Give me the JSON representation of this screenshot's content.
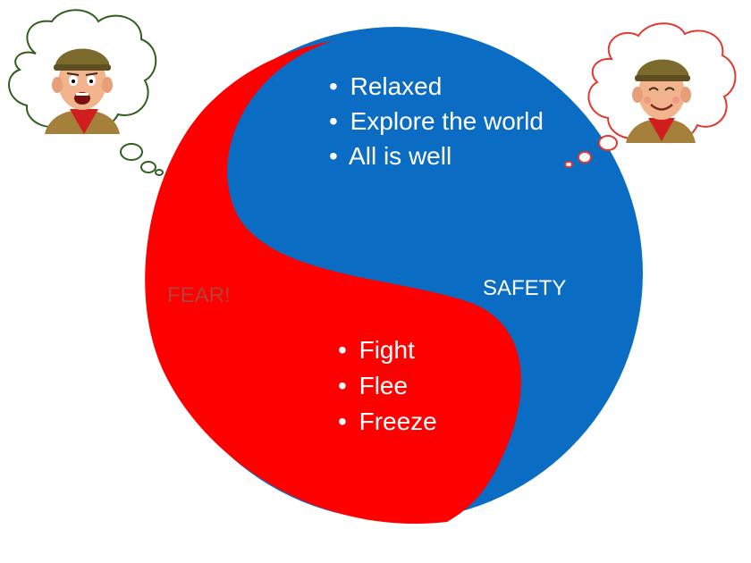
{
  "colors": {
    "safety": "#0b6cc4",
    "fear": "#ff0000",
    "fear_label": "#b3413c",
    "safety_label": "#ffffff",
    "bullet_text": "#ffffff",
    "fear_bubble_outline": "#2f5e1e",
    "safety_bubble_outline": "#e0392d"
  },
  "safety": {
    "label": "SAFETY",
    "bullets": [
      "Relaxed",
      "Explore the world",
      "All is well"
    ]
  },
  "fear": {
    "label": "FEAR!",
    "bullets": [
      "Fight",
      "Flee",
      "Freeze"
    ]
  },
  "bullet_marker": "•",
  "thought_bubbles": [
    {
      "name": "fear-thought-bubble",
      "emotion": "scared",
      "icon": "scared-scout-icon"
    },
    {
      "name": "safety-thought-bubble",
      "emotion": "happy",
      "icon": "happy-scout-icon"
    }
  ]
}
